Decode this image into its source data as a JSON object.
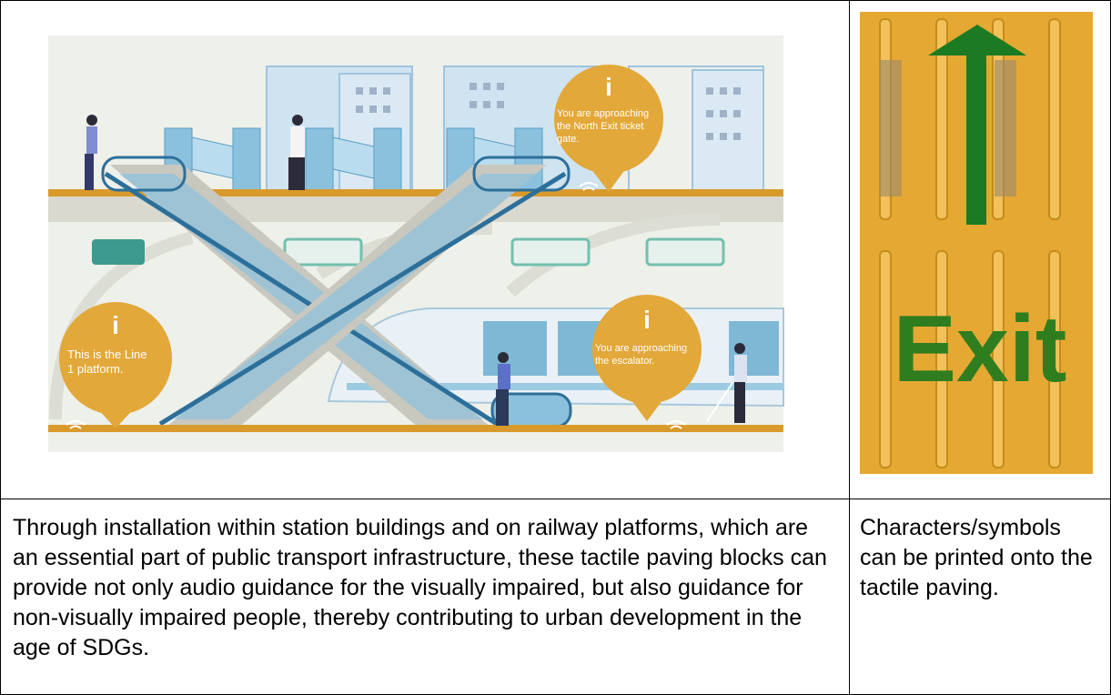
{
  "scene": {
    "bubbles": [
      {
        "text_lines": [
          "You are approaching",
          "the North Exit ticket",
          "gate."
        ]
      },
      {
        "text_lines": [
          "This is the Line",
          "1 platform."
        ]
      },
      {
        "text_lines": [
          "You are approaching",
          "the escalator."
        ]
      }
    ],
    "info_glyph": "i"
  },
  "exit_sign": {
    "label": "Exit",
    "arrow_icon": "up-arrow-icon"
  },
  "captions": {
    "left": "Through installation within station buildings and on railway platforms, which are an essential part of public transport infrastructure, these tactile paving blocks can provide not only audio guidance for the visually impaired, but also guidance for non-visually impaired people, thereby contributing to urban development in the age of SDGs.",
    "right": "Characters/symbols can be printed onto the tactile paving."
  },
  "colors": {
    "tile_yellow": "#e5a832",
    "bubble_orange": "#e3a83a",
    "exit_green": "#2f7d1f",
    "glass_blue": "#7fb8d4",
    "escalator_blue": "#2c6f9a"
  }
}
